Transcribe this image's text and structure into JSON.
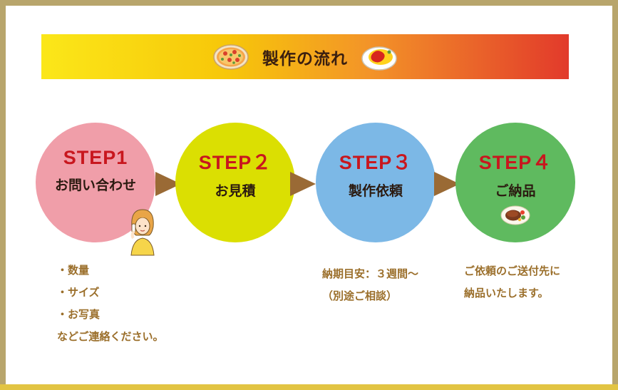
{
  "banner": {
    "title": "製作の流れ"
  },
  "steps": [
    {
      "label": "STEP1",
      "title": "お問い合わせ",
      "color": "#f09ea9"
    },
    {
      "label": "STEP２",
      "title": "お見積",
      "color": "#dbdf02"
    },
    {
      "label": "STEP３",
      "title": "製作依頼",
      "color": "#7cb8e6"
    },
    {
      "label": "STEP４",
      "title": "ご納品",
      "color": "#5fba5f"
    }
  ],
  "descriptions": {
    "step1": [
      "・数量",
      "・サイズ",
      "・お写真",
      "などご連絡ください。"
    ],
    "step3": [
      "納期目安：３週間〜",
      "（別途ご相談）"
    ],
    "step4": [
      "ご依頼のご送付先に",
      "納品いたします。"
    ]
  },
  "colors": {
    "arrow": "#9a6a35",
    "description_text": "#9b6f2b",
    "step_label": "#c8171e",
    "border": "#b8a56c"
  },
  "icons": [
    "pizza-icon",
    "omelette-rice-icon",
    "woman-on-phone-illustration",
    "hamburg-steak-plate-icon",
    "arrow-right-icon"
  ]
}
